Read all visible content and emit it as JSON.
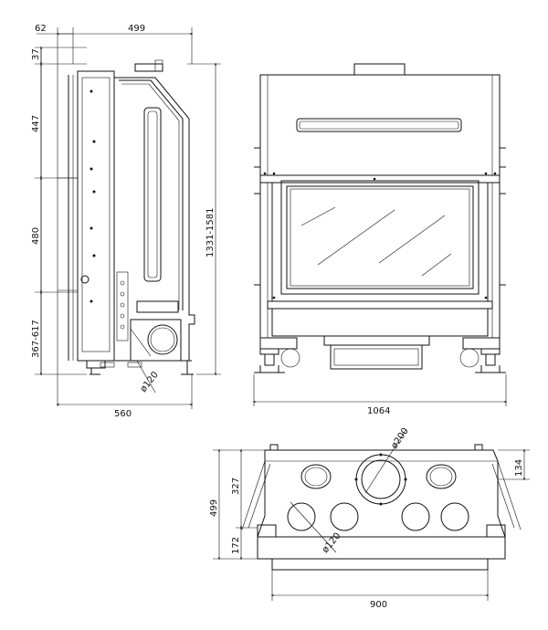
{
  "dimensions": {
    "side": {
      "top_width": "499",
      "top_offset": "62",
      "top_gap": "37",
      "h1": "447",
      "h2": "480",
      "h3": "367-617",
      "total_height": "1331-1581",
      "base_width": "560",
      "duct_dia": "ø120"
    },
    "front": {
      "width": "1064"
    },
    "top": {
      "depth": "499",
      "rear_depth": "327",
      "front_depth": "172",
      "flue_offset": "134",
      "flue_dia": "ø200",
      "duct_dia": "ø120",
      "width": "900"
    }
  },
  "colors": {
    "line": "#111111",
    "background": "#ffffff"
  }
}
